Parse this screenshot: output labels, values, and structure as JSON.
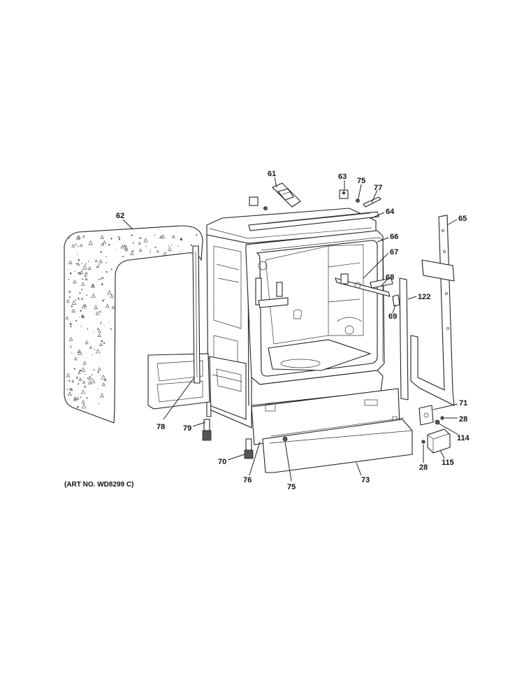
{
  "art_number": "(ART NO. WD8299 C)",
  "callouts": {
    "c61": "61",
    "c62": "62",
    "c63": "63",
    "c75a": "75",
    "c77": "77",
    "c64": "64",
    "c65": "65",
    "c66": "66",
    "c67": "67",
    "c68": "68",
    "c69": "69",
    "c122": "122",
    "c71": "71",
    "c28a": "28",
    "c114": "114",
    "c115": "115",
    "c28b": "28",
    "c73": "73",
    "c75b": "75",
    "c76": "76",
    "c70": "70",
    "c79": "79",
    "c78": "78"
  }
}
